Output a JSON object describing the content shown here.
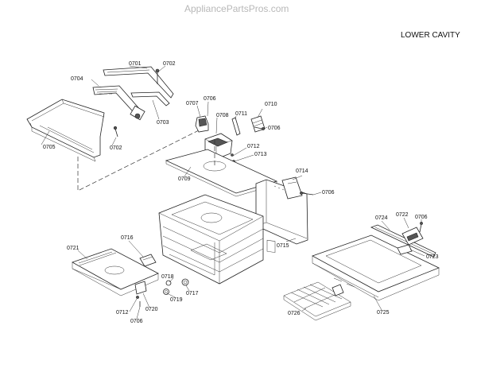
{
  "watermark": "AppliancePartsPros.com",
  "title": "LOWER CAVITY",
  "callouts": [
    {
      "id": "c0701",
      "text": "0701"
    },
    {
      "id": "c0702a",
      "text": "0702"
    },
    {
      "id": "c0704",
      "text": "0704"
    },
    {
      "id": "c0703",
      "text": "0703"
    },
    {
      "id": "c0705",
      "text": "0705"
    },
    {
      "id": "c0702b",
      "text": "0702"
    },
    {
      "id": "c0707",
      "text": "0707"
    },
    {
      "id": "c0706a",
      "text": "0706"
    },
    {
      "id": "c0708",
      "text": "0708"
    },
    {
      "id": "c0711",
      "text": "0711"
    },
    {
      "id": "c0710",
      "text": "0710"
    },
    {
      "id": "c0706b",
      "text": "0706"
    },
    {
      "id": "c0712a",
      "text": "0712"
    },
    {
      "id": "c0713",
      "text": "0713"
    },
    {
      "id": "c0709",
      "text": "0709"
    },
    {
      "id": "c0714",
      "text": "0714"
    },
    {
      "id": "c0706c",
      "text": "0706"
    },
    {
      "id": "c0724",
      "text": "0724"
    },
    {
      "id": "c0722",
      "text": "0722"
    },
    {
      "id": "c0706d",
      "text": "0706"
    },
    {
      "id": "c0716",
      "text": "0716"
    },
    {
      "id": "c0715",
      "text": "0715"
    },
    {
      "id": "c0721",
      "text": "0721"
    },
    {
      "id": "c0723",
      "text": "0723"
    },
    {
      "id": "c0718",
      "text": "0718"
    },
    {
      "id": "c0719",
      "text": "0719"
    },
    {
      "id": "c0717",
      "text": "0717"
    },
    {
      "id": "c0712b",
      "text": "0712"
    },
    {
      "id": "c0720",
      "text": "0720"
    },
    {
      "id": "c0706e",
      "text": "0706"
    },
    {
      "id": "c0726",
      "text": "0726"
    },
    {
      "id": "c0725",
      "text": "0725"
    }
  ]
}
